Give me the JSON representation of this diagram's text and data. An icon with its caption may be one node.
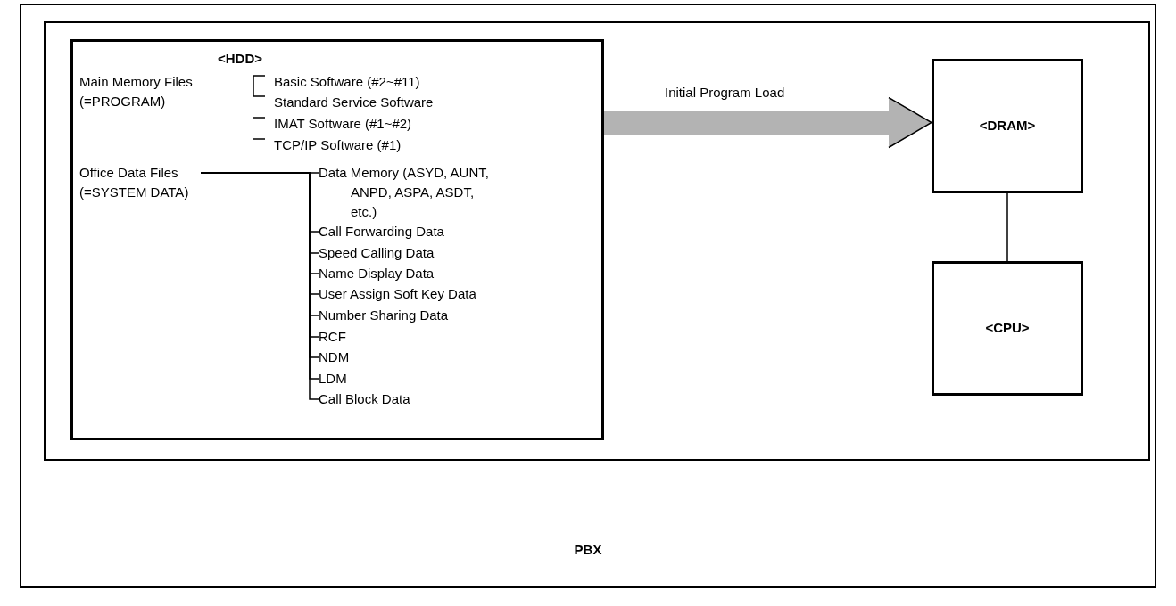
{
  "diagram": {
    "nodes": [
      {
        "text": [
          "PBX"
        ]
      },
      {
        "text": [],
        "shape": "box",
        "in": 0
      },
      {
        "text": [
          "<HDD>"
        ],
        "in": 1
      },
      {
        "text": [
          "Main Memory Files (=PROGRAM)"
        ],
        "in": 2
      },
      {
        "text": [
          "Basic Software (#2~#11)"
        ],
        "in": 2
      },
      {
        "text": [
          "Standard Service Software"
        ],
        "in": 2
      },
      {
        "text": [
          "IMAT Software (#1~#2)"
        ],
        "in": 2
      },
      {
        "text": [
          "TCP/IP Software (#1)"
        ],
        "in": 2
      },
      {
        "text": [
          "Office Data Files (=SYSTEM DATA)"
        ],
        "in": 2
      },
      {
        "text": [
          "Data Memory (ASYD, AUNT, ANPD, ASPA, ASDT, etc.)"
        ],
        "in": 2
      },
      {
        "text": [
          "Call Forwarding Data"
        ],
        "in": 2
      },
      {
        "text": [
          "Speed Calling Data"
        ],
        "in": 2
      },
      {
        "text": [
          "Name Display Data"
        ],
        "in": 2
      },
      {
        "text": [
          "User Assign Soft Key Data"
        ],
        "in": 2
      },
      {
        "text": [
          "Number Sharing Data"
        ],
        "in": 2
      },
      {
        "text": [
          "RCF"
        ],
        "in": 2
      },
      {
        "text": [
          "NDM"
        ],
        "in": 2
      },
      {
        "text": [
          "LDM"
        ],
        "in": 2
      },
      {
        "text": [
          "Call Block Data"
        ],
        "in": 2
      },
      {
        "text": [
          "<DRAM>"
        ],
        "in": 1
      },
      {
        "text": [
          "<CPU>"
        ],
        "in": 1
      }
    ],
    "edges": [
      {
        "from": 2,
        "to": 19,
        "arrow": "to",
        "label": "Initial Program Load",
        "style": "thick",
        "color": "#b3b3b3"
      },
      {
        "from": 19,
        "to": 20,
        "arrow": "none"
      },
      {
        "from": 8,
        "to": 9,
        "arrow": "none"
      },
      {
        "from": 8,
        "to": 10,
        "arrow": "none"
      },
      {
        "from": 8,
        "to": 11,
        "arrow": "none"
      },
      {
        "from": 8,
        "to": 12,
        "arrow": "none"
      },
      {
        "from": 8,
        "to": 13,
        "arrow": "none"
      },
      {
        "from": 8,
        "to": 14,
        "arrow": "none"
      },
      {
        "from": 8,
        "to": 15,
        "arrow": "none"
      },
      {
        "from": 8,
        "to": 16,
        "arrow": "none"
      },
      {
        "from": 8,
        "to": 17,
        "arrow": "none"
      },
      {
        "from": 8,
        "to": 18,
        "arrow": "none"
      }
    ]
  }
}
